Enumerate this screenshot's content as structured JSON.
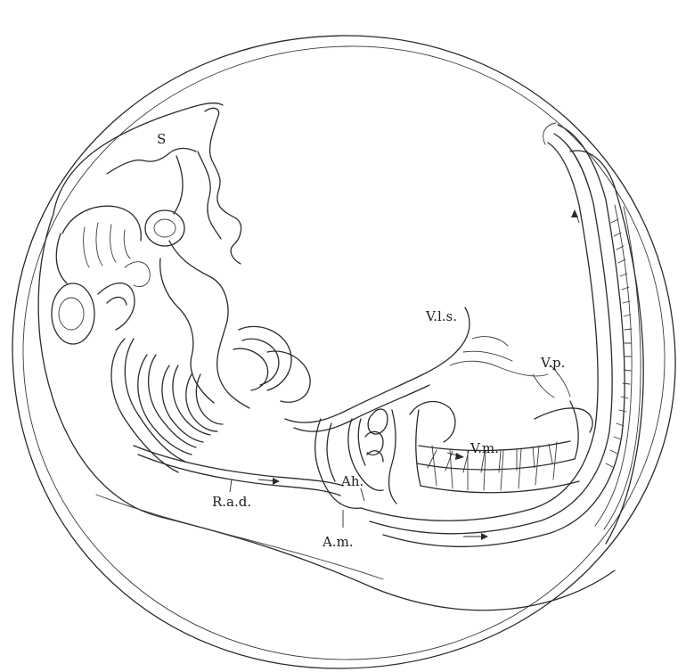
{
  "figure": {
    "stroke_color": "#2b2b2b",
    "background": "#ffffff",
    "labels": {
      "s": "S",
      "vls": "V.l.s.",
      "vp": "V.p.",
      "vm": "V.m.",
      "ah": "Ah.",
      "rad": "R.a.d.",
      "am": "A.m."
    }
  }
}
